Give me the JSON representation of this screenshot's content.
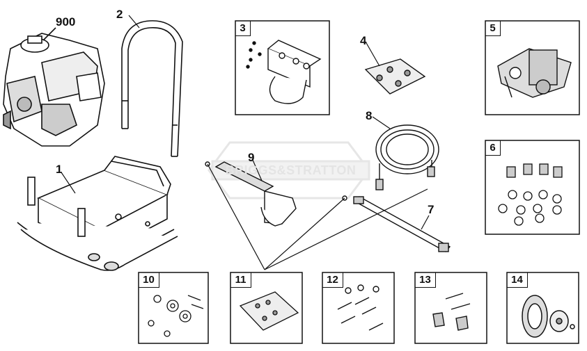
{
  "watermark": {
    "text": "BRIGGS&STRATTON"
  },
  "callouts": {
    "engine": "900",
    "frame": "1",
    "handle": "2",
    "decals": "4",
    "hose": "8",
    "lance": "7",
    "gun": "9"
  },
  "boxes": {
    "box3": "3",
    "box5": "5",
    "box6": "6",
    "box10": "10",
    "box11": "11",
    "box12": "12",
    "box13": "13",
    "box14": "14"
  }
}
